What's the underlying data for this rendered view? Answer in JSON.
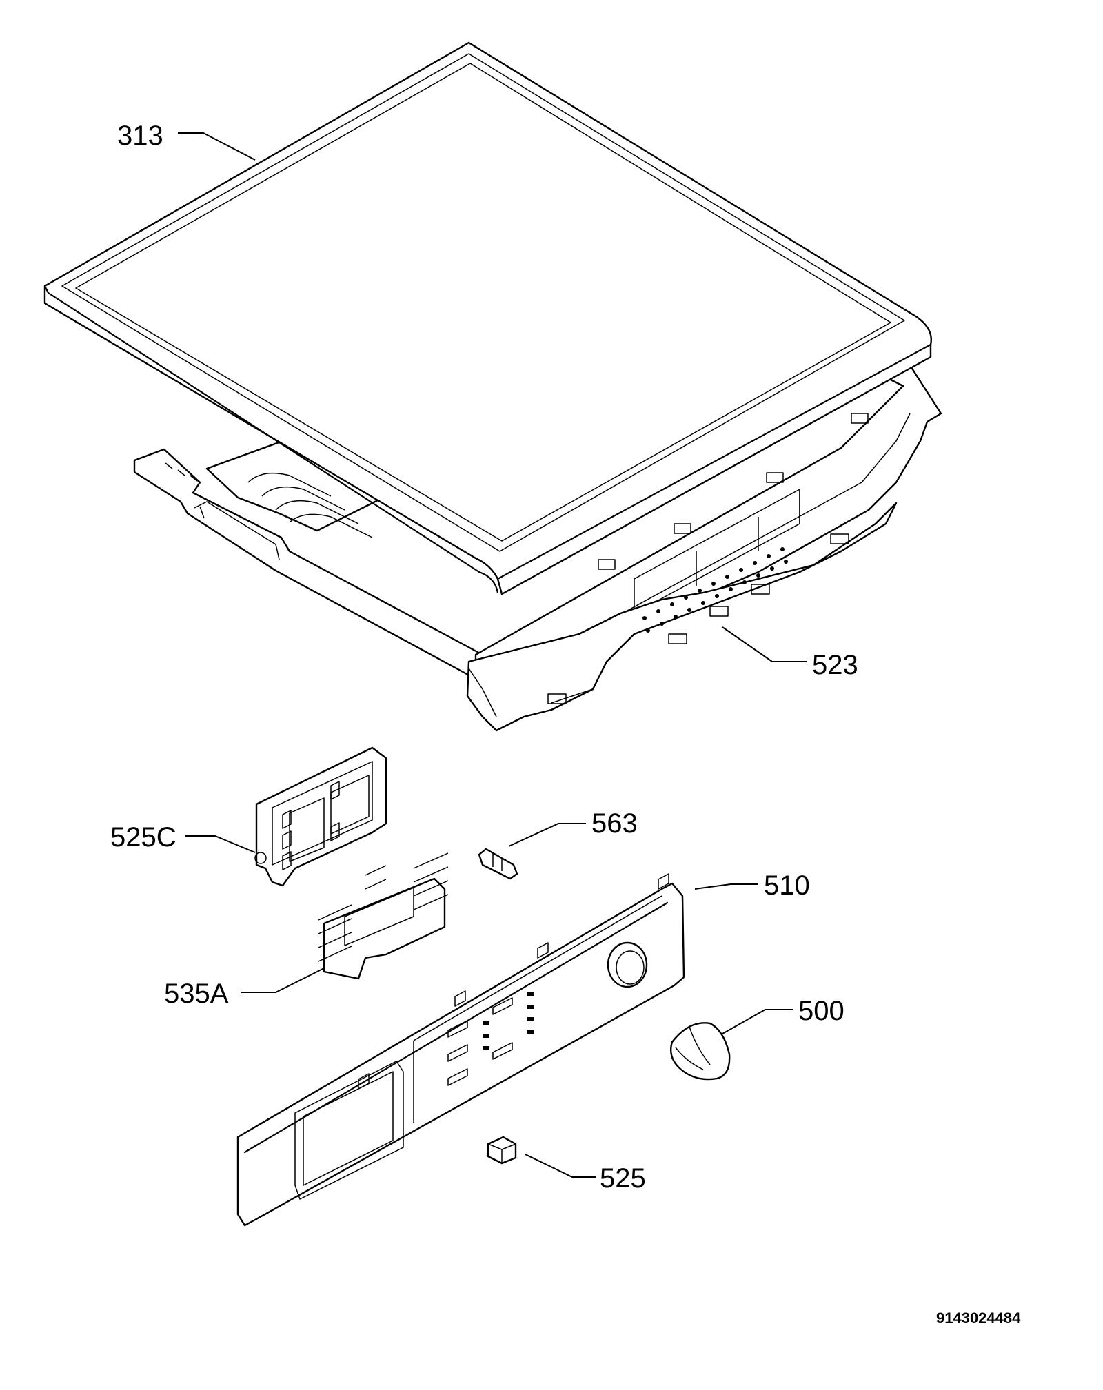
{
  "callouts": {
    "c313": "313",
    "c523": "523",
    "c525c": "525C",
    "c563": "563",
    "c510": "510",
    "c535a": "535A",
    "c500": "500",
    "c525": "525"
  },
  "document_number": "9143024484"
}
